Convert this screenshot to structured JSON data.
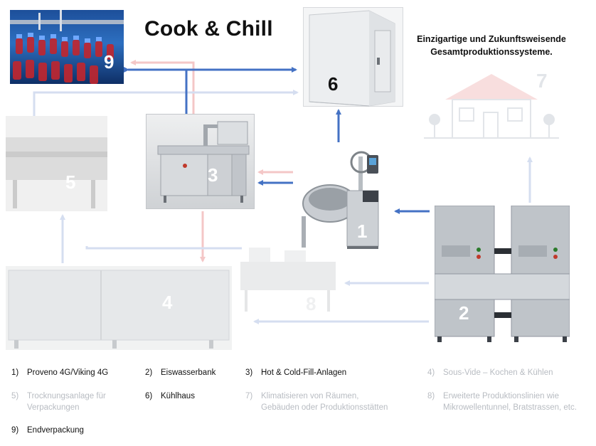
{
  "diagram": {
    "title": "Cook & Chill",
    "tagline_line1": "Einzigartige und Zukunftsweisende",
    "tagline_line2": "Gesamtproduktionssysteme.",
    "colors": {
      "arrow_blue": "#4472c4",
      "arrow_blue_faded": "#d5def0",
      "arrow_pink_faded": "#f4c7c7",
      "steel": "#b9bec4",
      "faded_text": "#b8bcc2"
    },
    "nodes": {
      "n1": {
        "number": "1"
      },
      "n2": {
        "number": "2"
      },
      "n3": {
        "number": "3"
      },
      "n4": {
        "number": "4"
      },
      "n5": {
        "number": "5"
      },
      "n6": {
        "number": "6"
      },
      "n7": {
        "number": "7"
      },
      "n8": {
        "number": "8"
      },
      "n9": {
        "number": "9"
      }
    },
    "legend": [
      {
        "num": "1)",
        "line1": "Proveno 4G/Viking 4G",
        "line2": ""
      },
      {
        "num": "2)",
        "line1": "Eiswasserbank",
        "line2": ""
      },
      {
        "num": "3)",
        "line1": "Hot & Cold-Fill-Anlagen",
        "line2": ""
      },
      {
        "num": "4)",
        "line1": "Sous-Vide – Kochen & Kühlen",
        "line2": ""
      },
      {
        "num": "5)",
        "line1": "Trocknungsanlage für",
        "line2": "Verpackungen"
      },
      {
        "num": "6)",
        "line1": "Kühlhaus",
        "line2": ""
      },
      {
        "num": "7)",
        "line1": "Klimatisieren von Räumen,",
        "line2": "Gebäuden oder Produktionsstätten"
      },
      {
        "num": "8)",
        "line1": "Erweiterte Produktionslinien wie",
        "line2": "Mikrowellentunnel, Bratstrassen, etc."
      },
      {
        "num": "9)",
        "line1": "Endverpackung",
        "line2": ""
      }
    ]
  }
}
